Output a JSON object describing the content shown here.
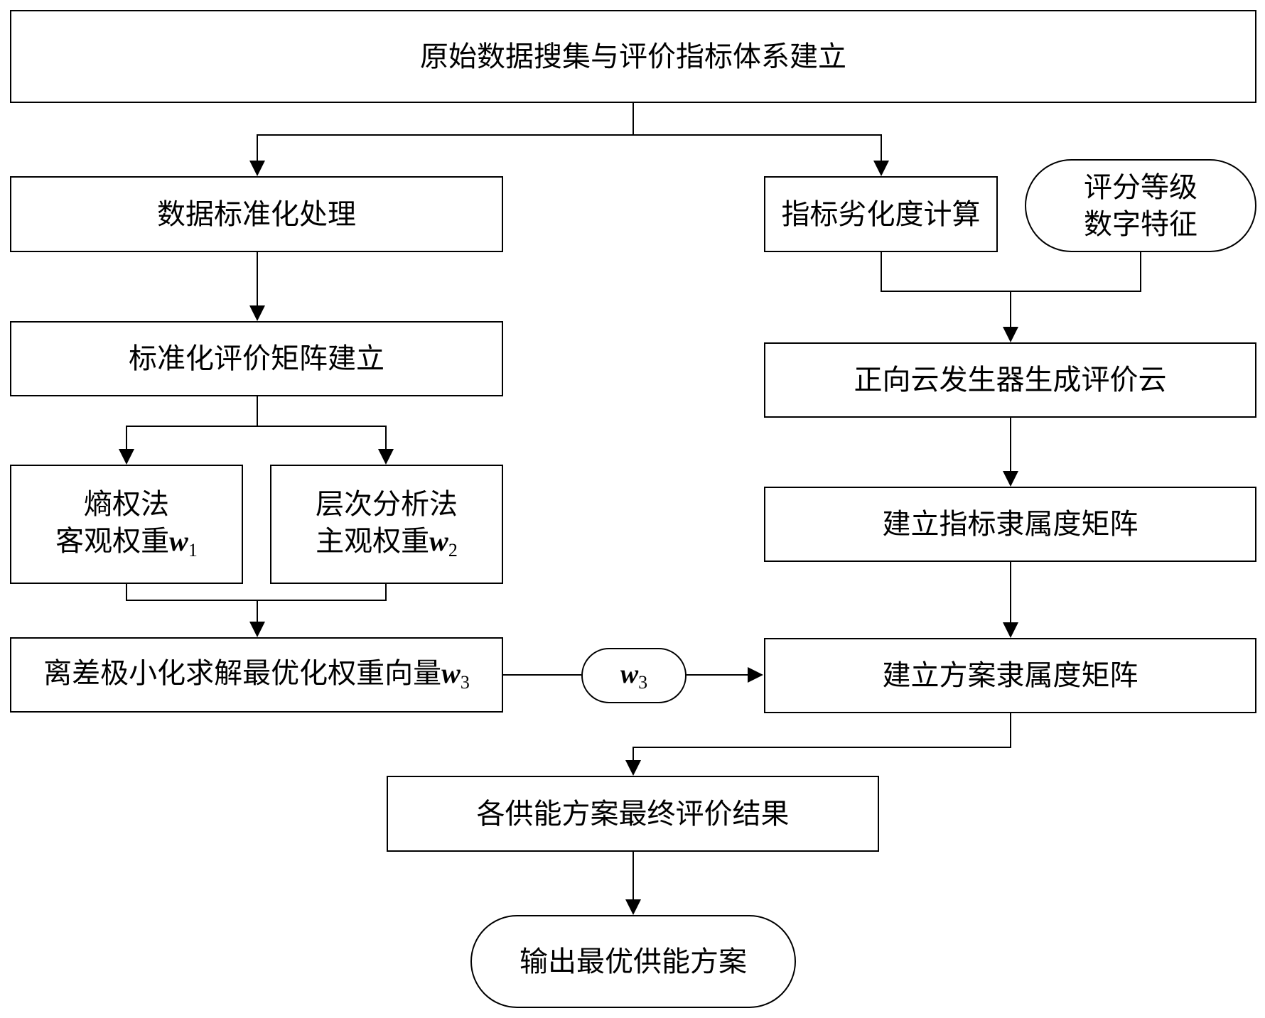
{
  "nodes": {
    "collect": "原始数据搜集与评价指标体系建立",
    "normalize": "数据标准化处理",
    "matrix": "标准化评价矩阵建立",
    "entropy": {
      "line1": "熵权法",
      "line2": "客观权重",
      "sym": "w",
      "sub": "1"
    },
    "ahp": {
      "line1": "层次分析法",
      "line2": "主观权重",
      "sym": "w",
      "sub": "2"
    },
    "optimize": {
      "text": "离差极小化求解最优化权重向量",
      "sym": "w",
      "sub": "3"
    },
    "w3_tag": {
      "sym": "w",
      "sub": "3"
    },
    "degrade": "指标劣化度计算",
    "grade": {
      "line1": "评分等级",
      "line2": "数字特征"
    },
    "cloud": "正向云发生器生成评价云",
    "index_membership": "建立指标隶属度矩阵",
    "plan_membership": "建立方案隶属度矩阵",
    "result": "各供能方案最终评价结果",
    "output": "输出最优供能方案"
  }
}
